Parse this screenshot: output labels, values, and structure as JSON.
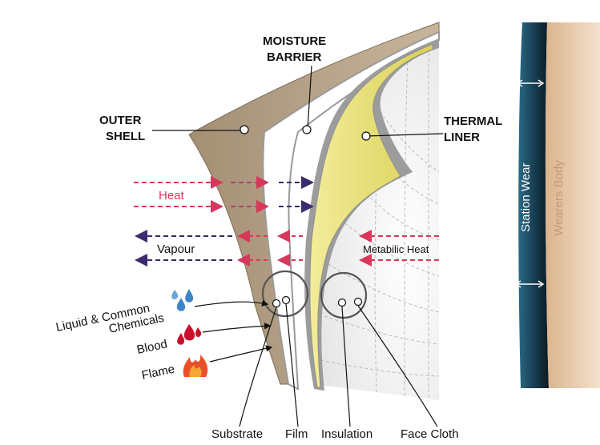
{
  "layers": {
    "outer_shell": "OUTER SHELL",
    "moisture_barrier_line1": "MOISTURE",
    "moisture_barrier_line2": "BARRIER",
    "thermal_liner_line1": "THERMAL",
    "thermal_liner_line2": "LINER",
    "outer_shell_line1": "OUTER",
    "outer_shell_line2": "SHELL"
  },
  "flows": {
    "heat": "Heat",
    "vapour": "Vapour",
    "metabolic_heat": "Metabilic Heat"
  },
  "hazards": {
    "liquid_line1": "Liquid & Common",
    "liquid_line2": "Chemicals",
    "blood": "Blood",
    "flame": "Flame"
  },
  "components": {
    "substrate": "Substrate",
    "film": "Film",
    "insulation": "Insulation",
    "face_cloth": "Face Cloth"
  },
  "body_layers": {
    "station_wear": "Station Wear",
    "wearers_body": "Wearers Body"
  },
  "colors": {
    "outer_shell": "#b8a58c",
    "thermal_liner": "#ede580",
    "heat_arrow": "#d8375a",
    "vapour_arrow": "#3a2a6e",
    "station_wear": "#1d4d63",
    "wearers_body": "#e6c9a7",
    "liquid_icon": "#3c86c8",
    "blood_icon": "#c8102e",
    "flame_icon": "#e8502a"
  }
}
